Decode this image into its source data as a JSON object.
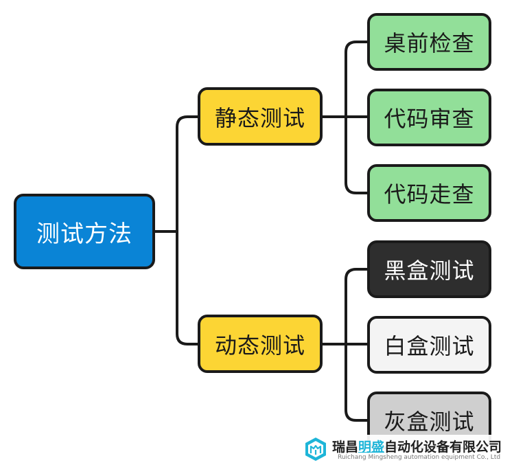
{
  "diagram": {
    "root": {
      "label": "测试方法",
      "fill": "#0a84d6",
      "text_color": "#ffffff"
    },
    "branches": [
      {
        "label": "静态测试",
        "fill": "#fcd534",
        "children": [
          {
            "label": "桌前检查",
            "fill": "#92df99"
          },
          {
            "label": "代码审查",
            "fill": "#92df99"
          },
          {
            "label": "代码走查",
            "fill": "#92df99"
          }
        ]
      },
      {
        "label": "动态测试",
        "fill": "#fcd534",
        "children": [
          {
            "label": "黑盒测试",
            "fill": "#2e2e2e",
            "text_color": "#ffffff"
          },
          {
            "label": "白盒测试",
            "fill": "#f4f4f4"
          },
          {
            "label": "灰盒测试",
            "fill": "#cfcfcf"
          }
        ]
      }
    ],
    "connector_color": "#1a1a1a"
  },
  "watermark": {
    "name_prefix": "瑞昌",
    "name_accent": "明盛",
    "name_suffix": "自动化设备有限公司",
    "name_en": "Ruichang Mingsheng automation equipment Co., Ltd",
    "accent_color": "#1eb5d8",
    "logo_icon": "hexagon-cube-logo-icon"
  }
}
